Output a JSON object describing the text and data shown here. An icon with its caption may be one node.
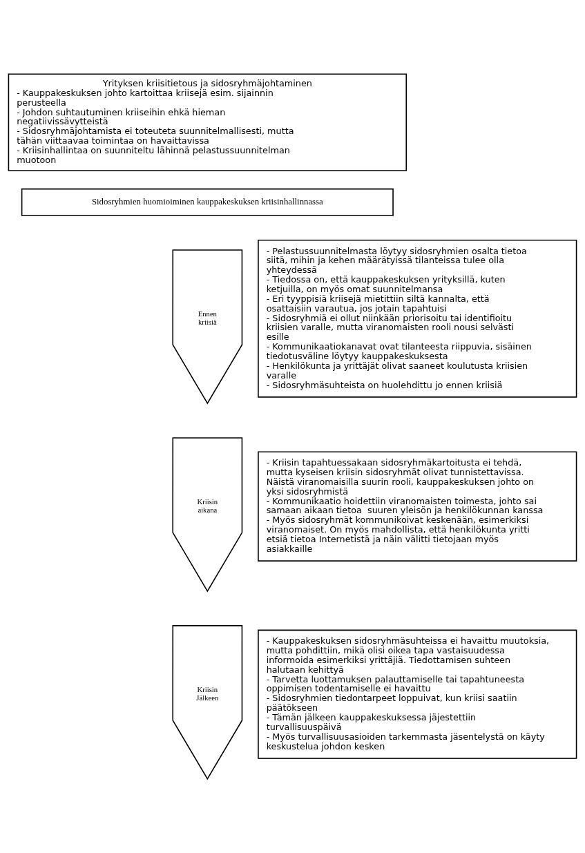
{
  "diagram": {
    "nodes": [
      {
        "text": [
          "Yrityksen kriisitietous ja sidosryhmäjohtaminen",
          "- Kauppakeskuksen johto kartoittaa kriisejä esim. sijainnin perusteella",
          "- Johdon suhtautuminen kriiseihin ehkä hieman negatiivissävytteistä",
          "- Sidosryhmäjohtamista ei toteuteta suunnitelmallisesti, mutta tähän viittaavaa toimintaa on havaittavissa",
          "- Kriisinhallintaa on suunniteltu lähinnä pelastussuunnitelman muotoon"
        ]
      },
      {
        "text": [
          "Sidosryhmien huomioiminen kauppakeskuksen kriisinhallinnassa"
        ]
      },
      {
        "text": [
          "Ennen kriisiä"
        ]
      },
      {
        "text": [
          "- Pelastussuunnitelmasta löytyy sidosryhmien osalta tietoa siitä, mihin ja kehen määrätyissä tilanteissa tulee olla yhteydessä",
          "- Tiedossa on, että kauppakeskuksen yrityksillä, kuten ketjuilla, on myös omat suunnitelmansa",
          "- Eri tyyppisiä kriisejä mietittiin siltä kannalta, että osattaisiin varautua, jos jotain tapahtuisi",
          "- Sidosryhmiä ei ollut niinkään priorisoitu tai identifioitu kriisien varalle, mutta viranomaisten rooli nousi selvästi esille",
          "- Kommunikaatiokanavat ovat tilanteesta riippuvia, sisäinen tiedotusväline löytyy kauppakeskuksesta",
          "- Henkilökunta ja yrittäjät olivat saaneet koulutusta kriisien varalle",
          "- Sidosryhmäsuhteista on huolehdittu jo ennen kriisiä"
        ]
      },
      {
        "text": [
          "Kriisin aikana"
        ]
      },
      {
        "text": [
          "- Kriisin tapahtuessakaan sidosryhmäkartoitusta ei tehdä, mutta kyseisen kriisin sidosryhmät olivat tunnistettavissa. Näistä viranomaisilla suurin rooli, kauppakeskuksen johto on yksi sidosryhmistä",
          "- Kommunikaatio hoidettiin viranomaisten toimesta, johto sai samaan aikaan tietoa  suuren yleisön ja henkilökunnan kanssa",
          "- Myös sidosryhmät kommunikoivat keskenään, esimerkiksi viranomaiset. On myös mahdollista, että henkilökunta yritti etsiä tietoa Internetistä ja näin välitti tietojaan myös asiakkaille"
        ]
      },
      {
        "text": [
          "Kriisin Jälkeen"
        ]
      },
      {
        "text": [
          "- Kauppakeskuksen sidosryhmäsuhteissa ei havaittu muutoksia, mutta pohdittiin, mikä olisi oikea tapa vastaisuudessa informoida esimerkiksi yrittäjiä. Tiedottamisen suhteen halutaan kehittyä",
          "- Tarvetta luottamuksen palauttamiselle tai tapahtuneesta oppimisen todentamiselle ei havaittu",
          "- Sidosryhmien tiedontarpeet loppuivat, kun kriisi saatiin päätökseen",
          "- Tämän jälkeen kauppakeskuksessa jäjestettiin turvallisuuspäivä",
          "- Myös turvallisuusasioiden tarkemmasta jäsentelystä on käyty keskustelua johdon kesken"
        ]
      }
    ]
  }
}
